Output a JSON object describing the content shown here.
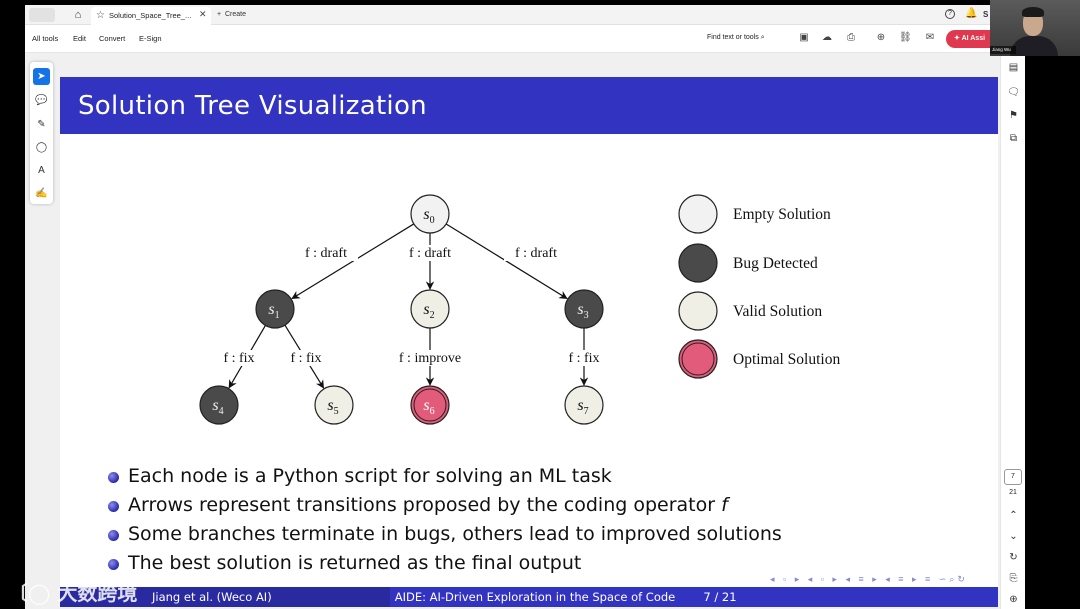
{
  "browser": {
    "tab_title": "Solution_Space_Tree_...",
    "create_label": "Create",
    "user_initial": "S"
  },
  "menu": {
    "all_tools": "All tools",
    "edit": "Edit",
    "convert": "Convert",
    "esign": "E-Sign",
    "find_text": "Find text or tools",
    "ai_assistant": "AI Assi"
  },
  "pager": {
    "current": "7",
    "total": "21"
  },
  "slide": {
    "title": "Solution Tree Visualization",
    "nodes": [
      {
        "id": "s0",
        "base": "s",
        "sub": "0",
        "state": "empty"
      },
      {
        "id": "s1",
        "base": "s",
        "sub": "1",
        "state": "bug"
      },
      {
        "id": "s2",
        "base": "s",
        "sub": "2",
        "state": "valid"
      },
      {
        "id": "s3",
        "base": "s",
        "sub": "3",
        "state": "bug"
      },
      {
        "id": "s4",
        "base": "s",
        "sub": "4",
        "state": "bug"
      },
      {
        "id": "s5",
        "base": "s",
        "sub": "5",
        "state": "valid"
      },
      {
        "id": "s6",
        "base": "s",
        "sub": "6",
        "state": "optimal"
      },
      {
        "id": "s7",
        "base": "s",
        "sub": "7",
        "state": "valid"
      }
    ],
    "edges": [
      {
        "from": "s0",
        "to": "s1",
        "label": "f : draft"
      },
      {
        "from": "s0",
        "to": "s2",
        "label": "f : draft"
      },
      {
        "from": "s0",
        "to": "s3",
        "label": "f : draft"
      },
      {
        "from": "s1",
        "to": "s4",
        "label": "f : fix"
      },
      {
        "from": "s1",
        "to": "s5",
        "label": "f : fix"
      },
      {
        "from": "s2",
        "to": "s6",
        "label": "f : improve"
      },
      {
        "from": "s3",
        "to": "s7",
        "label": "f : fix"
      }
    ],
    "legend": [
      {
        "state": "empty",
        "label": "Empty Solution"
      },
      {
        "state": "bug",
        "label": "Bug Detected"
      },
      {
        "state": "valid",
        "label": "Valid Solution"
      },
      {
        "state": "optimal",
        "label": "Optimal Solution"
      }
    ],
    "state_colors": {
      "empty": "#f2f2f2",
      "bug": "#4a4a4a",
      "valid": "#efefe6",
      "optimal": "#e35b7a"
    },
    "bullets": [
      {
        "text": "Each node is a Python script for solving an ML task",
        "tail": ""
      },
      {
        "text": "Arrows represent transitions proposed by the coding operator ",
        "tail": "f"
      },
      {
        "text": "Some branches terminate in bugs, others lead to improved solutions",
        "tail": ""
      },
      {
        "text": "The best solution is returned as the final output",
        "tail": ""
      }
    ],
    "footer": {
      "authors": "Jiang et al.  (Weco AI)",
      "title": "AIDE: AI-Driven Exploration in the Space of Code",
      "page": "7 / 21"
    }
  },
  "webcam": {
    "name": "Jiang Wu"
  },
  "watermark": {
    "text": "大数跨境"
  }
}
